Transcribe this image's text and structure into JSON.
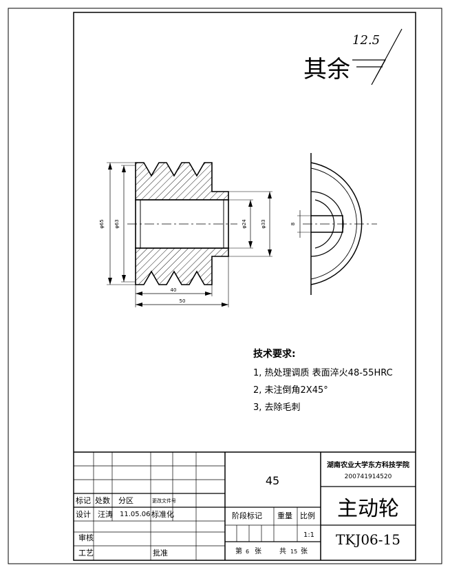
{
  "surface_finish": {
    "label": "其余",
    "roughness": "12.5"
  },
  "dimensions": {
    "outer_dia": "φ65",
    "groove_dia": "φ63",
    "bore_dia": "φ24",
    "hub_dia": "φ33",
    "key_width": "8",
    "length_40": "40",
    "length_50": "50"
  },
  "tech_requirements": {
    "title": "技术要求:",
    "items": [
      "1, 热处理调质 表面淬火48-55HRC",
      "2, 未注倒角2X45°",
      "3, 去除毛刺"
    ]
  },
  "title_block": {
    "material": "45",
    "school": "湖南农业大学东方科技学院",
    "student_id": "200741914520",
    "part_name": "主动轮",
    "drawing_no": "TKJ06-15",
    "scale": "1:1",
    "row_labels": {
      "mark": "标记",
      "count": "处数",
      "zone": "分区",
      "doc_no": "更改文件号",
      "design": "设计",
      "designer": "汪涛",
      "date": "11.05.06",
      "standard": "标准化",
      "review": "审核",
      "process": "工艺",
      "approve": "批准",
      "stage_mark": "阶段标记",
      "weight": "重量",
      "scale_label": "比例"
    },
    "sheet": {
      "prefix": "第",
      "num": "6",
      "unit": "张",
      "total_prefix": "共",
      "total": "15",
      "total_unit": "张"
    }
  }
}
